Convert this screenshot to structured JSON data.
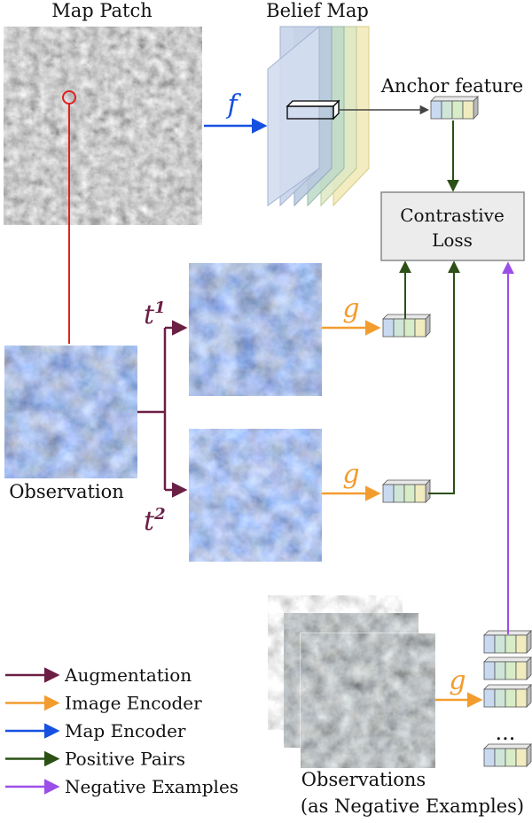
{
  "labels": {
    "map_patch": "Map Patch",
    "belief_map": "Belief Map",
    "anchor_feature": "Anchor feature",
    "contrastive_loss_line1": "Contrastive",
    "contrastive_loss_line2": "Loss",
    "observation": "Observation",
    "observations_neg_line1": "Observations",
    "observations_neg_line2": "(as Negative Examples)",
    "ellipsis": "..."
  },
  "functions": {
    "f": "f",
    "g": "g",
    "t1_base": "t",
    "t1_sup": "1",
    "t2_base": "t",
    "t2_sup": "2"
  },
  "legend": [
    {
      "label": "Augmentation",
      "color": "#6b1f45"
    },
    {
      "label": "Image Encoder",
      "color": "#f39c2e"
    },
    {
      "label": "Map Encoder",
      "color": "#1550e0"
    },
    {
      "label": "Positive Pairs",
      "color": "#2c5016"
    },
    {
      "label": "Negative Examples",
      "color": "#9b4ee8"
    }
  ],
  "colors": {
    "augmentation": "#6b1f45",
    "image_encoder": "#f39c2e",
    "map_encoder": "#1550e0",
    "positive_pairs": "#2c5016",
    "negative_examples": "#9b4ee8",
    "map_marker": "#e02020",
    "feature_cell_1": "#c9daf0",
    "feature_cell_2": "#cfe5d8",
    "feature_cell_3": "#d8ecc8",
    "feature_cell_4": "#f1ecc0"
  }
}
